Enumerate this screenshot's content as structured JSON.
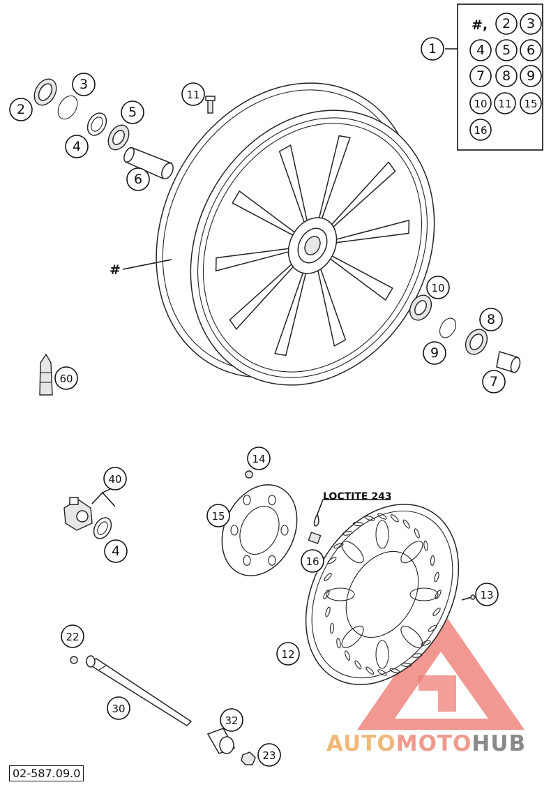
{
  "drawing_code": "02-587.09.0",
  "note_loctite": "LOCTITE 243",
  "kit_label": "#,",
  "wheel_hash": "#",
  "kit_parts": [
    "2",
    "3",
    "4",
    "5",
    "6",
    "7",
    "8",
    "9",
    "10",
    "11",
    "15",
    "16"
  ],
  "callouts": {
    "p1": "1",
    "p2": "2",
    "p3": "3",
    "p4": "4",
    "p5": "5",
    "p6": "6",
    "p7": "7",
    "p8": "8",
    "p9": "9",
    "p10": "10",
    "p11": "11",
    "p12": "12",
    "p13": "13",
    "p14": "14",
    "p15": "15",
    "p16": "16",
    "p22": "22",
    "p23": "23",
    "p30": "30",
    "p32": "32",
    "p40": "40",
    "p4b": "4",
    "p60": "60"
  },
  "watermark": {
    "part1": "AUTO",
    "part2": "MOTO",
    "part3": "HUB",
    "colors": {
      "part1": "#f0b87a",
      "part2": "#ef9a8c",
      "part3": "#8a8a8a",
      "triangle": "#e8534a"
    }
  }
}
